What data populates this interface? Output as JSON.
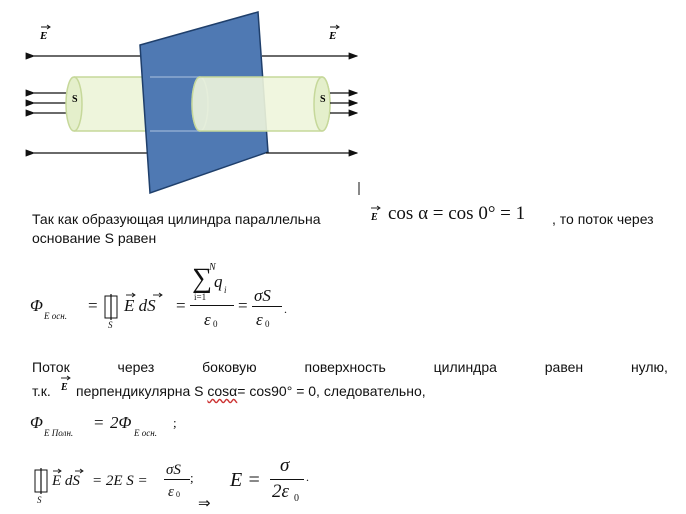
{
  "figure": {
    "e_label_left": "E",
    "e_label_right": "E",
    "s_label_left": "S",
    "s_label_right": "S",
    "colors": {
      "plate": "#4f79b3",
      "plate_edge": "#1f3f6b",
      "cylinder": "#eef5dc",
      "cylinder_edge": "#c6d89a"
    }
  },
  "text": {
    "line1_pre": "Так как образующая цилиндра параллельна",
    "line1_formula": "cos α = cos 0° = 1",
    "line1_post": ", то поток через",
    "line2": "основание S равен",
    "line3_words": [
      "Поток",
      "через",
      "боковую",
      "поверхность",
      "цилиндра",
      "равен",
      "нулю,"
    ],
    "line4_pre": "т.к.",
    "line4_mid": "перпендикулярна S ",
    "line4_cos": "cosα",
    "line4_post": "= cos90° = 0, следовательно,"
  },
  "formulas": {
    "f1_lhs": "Φ",
    "f1_lhs_sub": "E осн.",
    "f1_integrand": "E dS",
    "f1_sub_S": "S",
    "f1_sum_top": "N",
    "f1_sum_var": "q",
    "f1_sum_index": "i",
    "f1_sum_bottom": "i=1",
    "f1_den": "ε",
    "f1_den_sub": "0",
    "f1_rhs_num": "σS",
    "f2_lhs_sub": "E Полн.",
    "f2_rhs": "2Φ",
    "f2_rhs_sub": "E осн.",
    "f3_middle": "= 2E S =",
    "f3_num": "σS",
    "f3_arrow": "⇒",
    "f4_lhs": "E =",
    "f4_num": "σ",
    "f4_den": "2ε",
    "f4_den_sub": "0"
  }
}
